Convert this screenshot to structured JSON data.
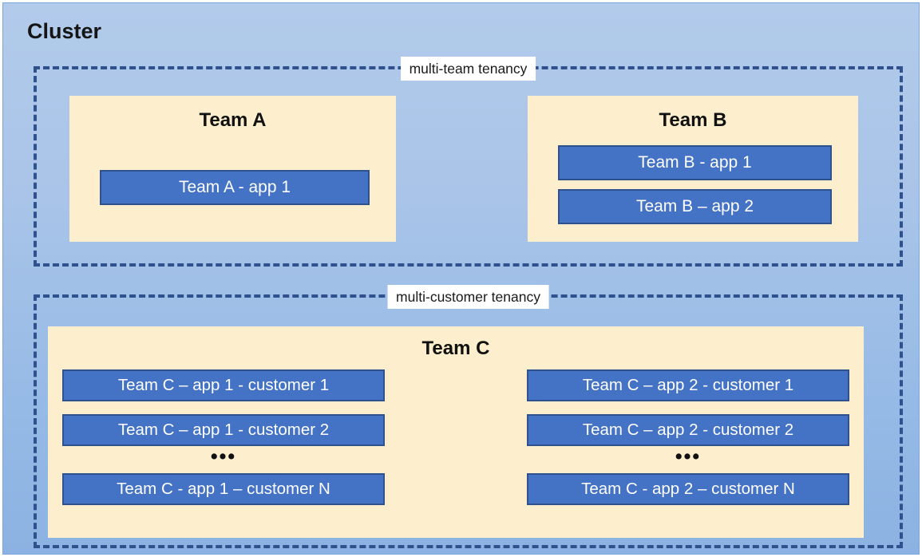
{
  "diagram": {
    "title": "Cluster",
    "colors": {
      "cluster_bg_top": "#b2cbeb",
      "cluster_bg_bottom": "#8bb2e2",
      "dashed_border": "#2f528f",
      "team_box_bg": "#fdeecd",
      "app_box_bg": "#4472c4",
      "app_box_border": "#2f528f",
      "app_box_text": "#ffffff",
      "label_bg": "#ffffff",
      "title_text": "#151515"
    },
    "groups": [
      {
        "id": "multi-team",
        "label": "multi-team tenancy",
        "teams": [
          {
            "id": "team-a",
            "title": "Team A",
            "apps": [
              {
                "label": "Team A - app 1"
              }
            ]
          },
          {
            "id": "team-b",
            "title": "Team B",
            "apps": [
              {
                "label": "Team B - app 1"
              },
              {
                "label": "Team B – app 2"
              }
            ]
          }
        ]
      },
      {
        "id": "multi-customer",
        "label": "multi-customer tenancy",
        "teams": [
          {
            "id": "team-c",
            "title": "Team C",
            "columns": [
              {
                "id": "team-c-app1",
                "apps": [
                  {
                    "label": "Team C – app 1 - customer 1"
                  },
                  {
                    "label": "Team C – app 1 - customer 2"
                  }
                ],
                "ellipsis": "•••",
                "last_app": {
                  "label": "Team C - app 1 – customer N"
                }
              },
              {
                "id": "team-c-app2",
                "apps": [
                  {
                    "label": "Team C – app 2 - customer 1"
                  },
                  {
                    "label": "Team C – app 2 - customer 2"
                  }
                ],
                "ellipsis": "•••",
                "last_app": {
                  "label": "Team C - app 2 – customer N"
                }
              }
            ]
          }
        ]
      }
    ]
  }
}
